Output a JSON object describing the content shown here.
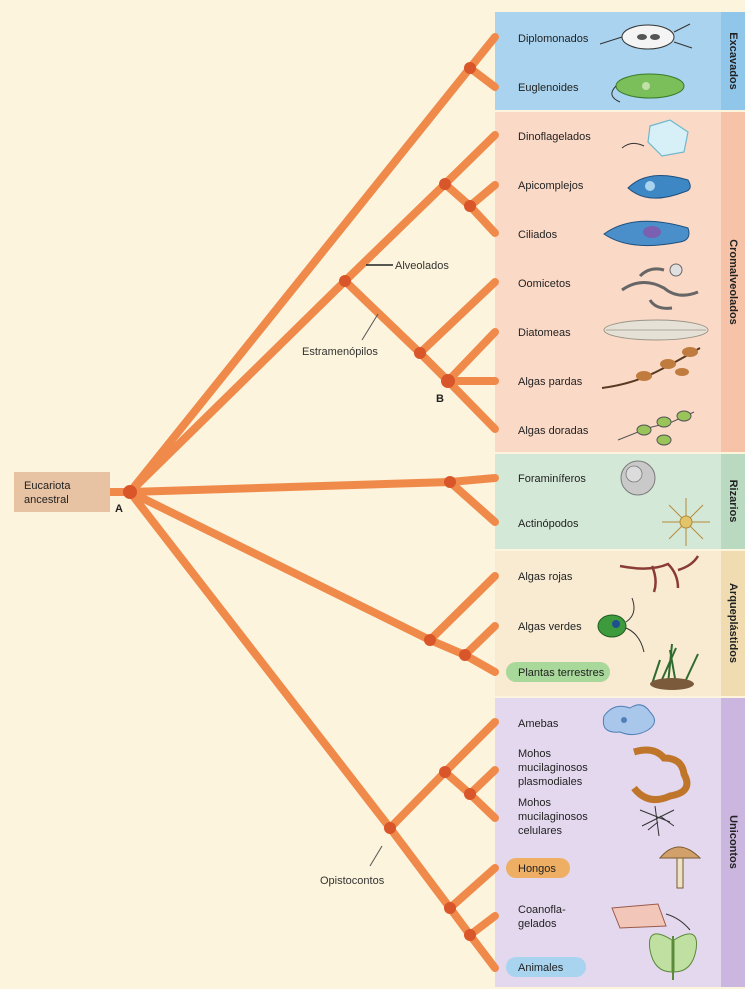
{
  "root": {
    "line1": "Eucariota",
    "line2": "ancestral",
    "node": "A"
  },
  "node_b": "B",
  "annotations": {
    "alveolados": "Alveolados",
    "estramenopilos": "Estramenópilos",
    "opistocontos": "Opistocontos"
  },
  "groups": [
    {
      "name": "Excavados",
      "color": "#a9d3ee",
      "tab": "#8fc6ea"
    },
    {
      "name": "Cromalveolados",
      "color": "#fbd9c7",
      "tab": "#f7c3a8"
    },
    {
      "name": "Rizarios",
      "color": "#d3e8d7",
      "tab": "#b9d9c0"
    },
    {
      "name": "Arqueplástidos",
      "color": "#f8ebd2",
      "tab": "#f1dcb2"
    },
    {
      "name": "Unicontos",
      "color": "#e3d8ee",
      "tab": "#cbb6e0"
    }
  ],
  "taxa": {
    "diplomonados": "Diplomonados",
    "euglenoides": "Euglenoides",
    "dinoflagelados": "Dinoflagelados",
    "apicomplejos": "Apicomplejos",
    "ciliados": "Ciliados",
    "oomicetos": "Oomicetos",
    "diatomeas": "Diatomeas",
    "algas_pardas": "Algas pardas",
    "algas_doradas": "Algas doradas",
    "foraminiferos": "Foraminíferos",
    "actinopodos": "Actinópodos",
    "algas_rojas": "Algas rojas",
    "algas_verdes": "Algas verdes",
    "plantas_terrestres": "Plantas terrestres",
    "amebas": "Amebas",
    "mohos_plasmodiales": [
      "Mohos",
      "mucilaginosos",
      "plasmodiales"
    ],
    "mohos_celulares": [
      "Mohos",
      "mucilaginosos",
      "celulares"
    ],
    "hongos": "Hongos",
    "coanoflagelados": [
      "Coanofla-",
      "gelados"
    ],
    "animales": "Animales"
  },
  "colors": {
    "branch": "#f08a4b",
    "node": "#d9562b",
    "root_box": "#e8c3a3",
    "pill_green": "#a8d89a",
    "pill_orange": "#eeae64",
    "pill_blue": "#a8d4f0"
  }
}
